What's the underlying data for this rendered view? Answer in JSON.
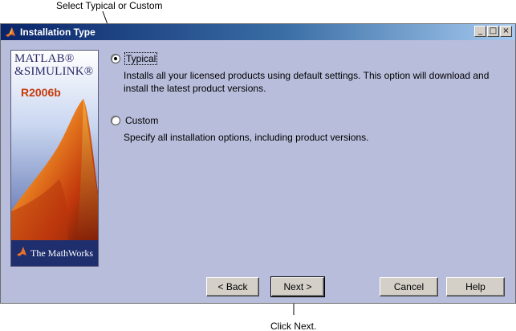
{
  "callouts": {
    "top": "Select Typical or Custom",
    "bottom": "Click Next."
  },
  "window": {
    "title": "Installation Type",
    "controls": [
      "_",
      "□",
      "×"
    ]
  },
  "splash": {
    "brand_line1": "MATLAB®",
    "brand_line2": "&SIMULINK®",
    "release": "R2006b",
    "company": "The MathWorks"
  },
  "options": {
    "typical": {
      "label": "Typical",
      "selected": true,
      "description": "Installs all your licensed products using default settings.  This option will download and install the latest product versions."
    },
    "custom": {
      "label": "Custom",
      "selected": false,
      "description": "Specify all installation options, including product versions."
    }
  },
  "buttons": {
    "back": "< Back",
    "next": "Next >",
    "cancel": "Cancel",
    "help": "Help"
  },
  "colors": {
    "panel_bg": "#b8bddb",
    "title_gradient_start": "#0a246a",
    "button_face": "#d4d0c8"
  }
}
